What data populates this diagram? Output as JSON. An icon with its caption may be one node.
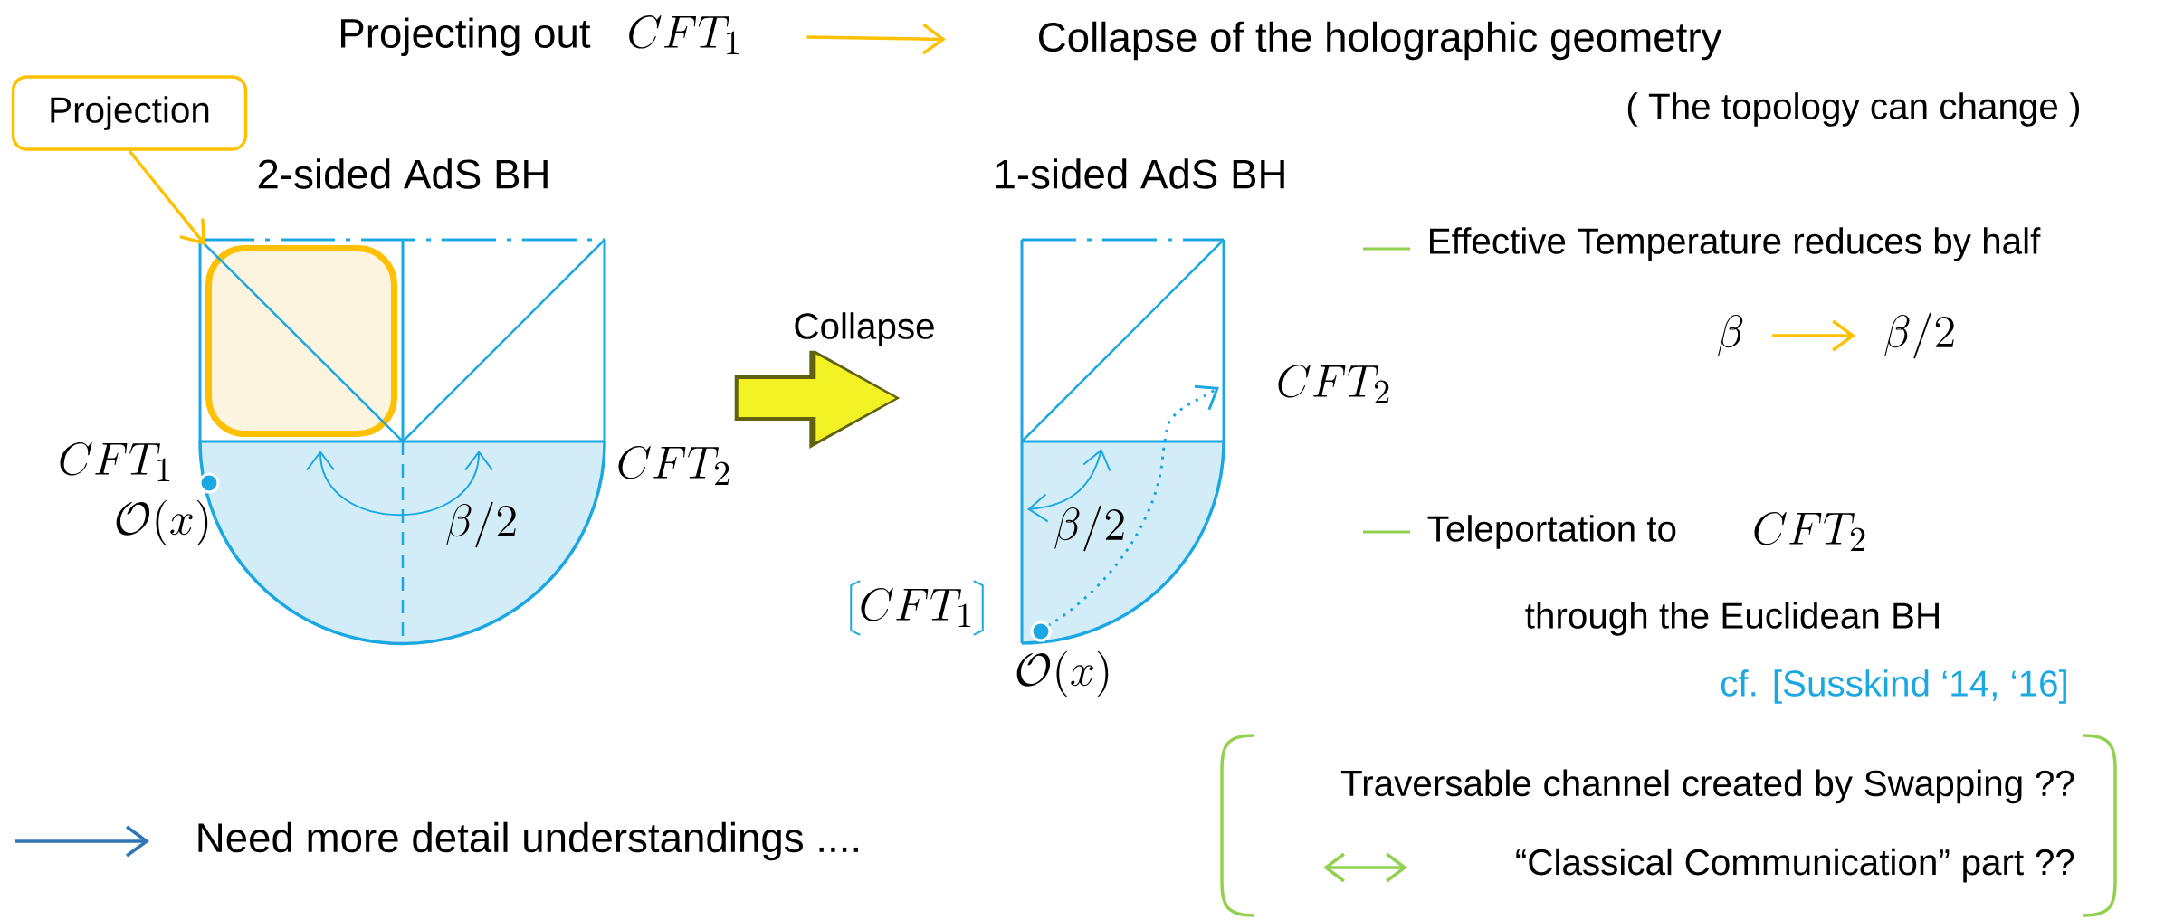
{
  "diagram": {
    "nodes": [
      {
        "text": [
          "Projecting out",
          "CFT_1"
        ]
      },
      {
        "text": [
          "Collapse of the holographic geometry"
        ]
      },
      {
        "text": [
          "Projection"
        ]
      },
      {
        "text": [
          "2-sided AdS BH",
          "CFT_1",
          "\\mathcal{O}(x)",
          "CFT_2",
          "\\beta/2"
        ]
      },
      {
        "text": [],
        "shape": "box"
      },
      {
        "text": [
          "1-sided AdS BH",
          "CFT_2",
          "\\beta/2",
          "CFT_1",
          "\\mathcal{O}(x)"
        ]
      },
      {
        "text": [
          "\\beta"
        ]
      },
      {
        "text": [
          "\\beta/2"
        ]
      },
      {
        "text": [
          "Traversable channel created by Swapping ??",
          "“Classical Communication” part ??"
        ]
      },
      {
        "text": [
          "Need more detail understandings ...."
        ]
      }
    ],
    "edges": [
      {
        "from": 0,
        "to": 1,
        "arrow": "to"
      },
      {
        "from": 2,
        "to": 4,
        "arrow": "to"
      },
      {
        "from": 3,
        "to": 5,
        "arrow": "to",
        "label": "Collapse",
        "style": "thick",
        "color": "#f2f224"
      },
      {
        "from": 6,
        "to": 7,
        "arrow": "to"
      },
      {
        "from": null,
        "to": 9,
        "arrow": "to",
        "color": "#2e75b6"
      }
    ],
    "labels": [
      "( The topology can change )",
      "Effective Temperature reduces by half",
      "Teleportation to",
      "CFT_2",
      "through the Euclidean BH",
      "cf. [Susskind ‘14, ‘16]"
    ]
  }
}
